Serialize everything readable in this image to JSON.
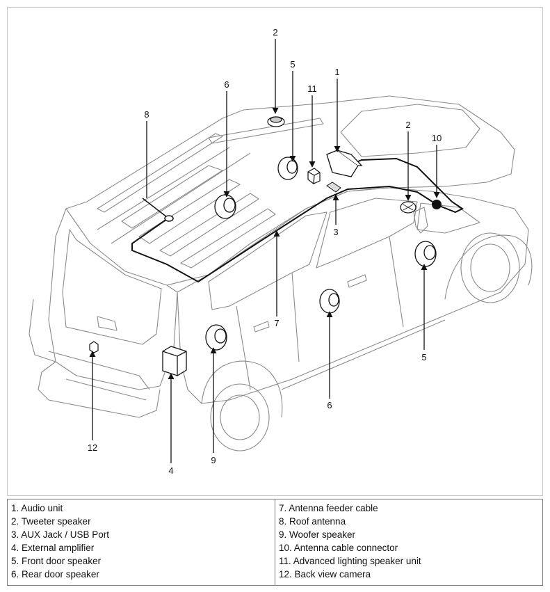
{
  "callouts": [
    "1",
    "2",
    "3",
    "4",
    "5",
    "6",
    "7",
    "8",
    "9",
    "10",
    "11",
    "12"
  ],
  "legend": {
    "left": [
      "1. Audio unit",
      "2. Tweeter speaker",
      "3. AUX Jack / USB Port",
      "4. External amplifier",
      "5. Front door speaker",
      "6. Rear door speaker"
    ],
    "right": [
      "7. Antenna feeder cable",
      "8. Roof antenna",
      "9. Woofer speaker",
      "10. Antenna cable connector",
      "11. Advanced lighting speaker unit",
      "12. Back view camera"
    ]
  }
}
